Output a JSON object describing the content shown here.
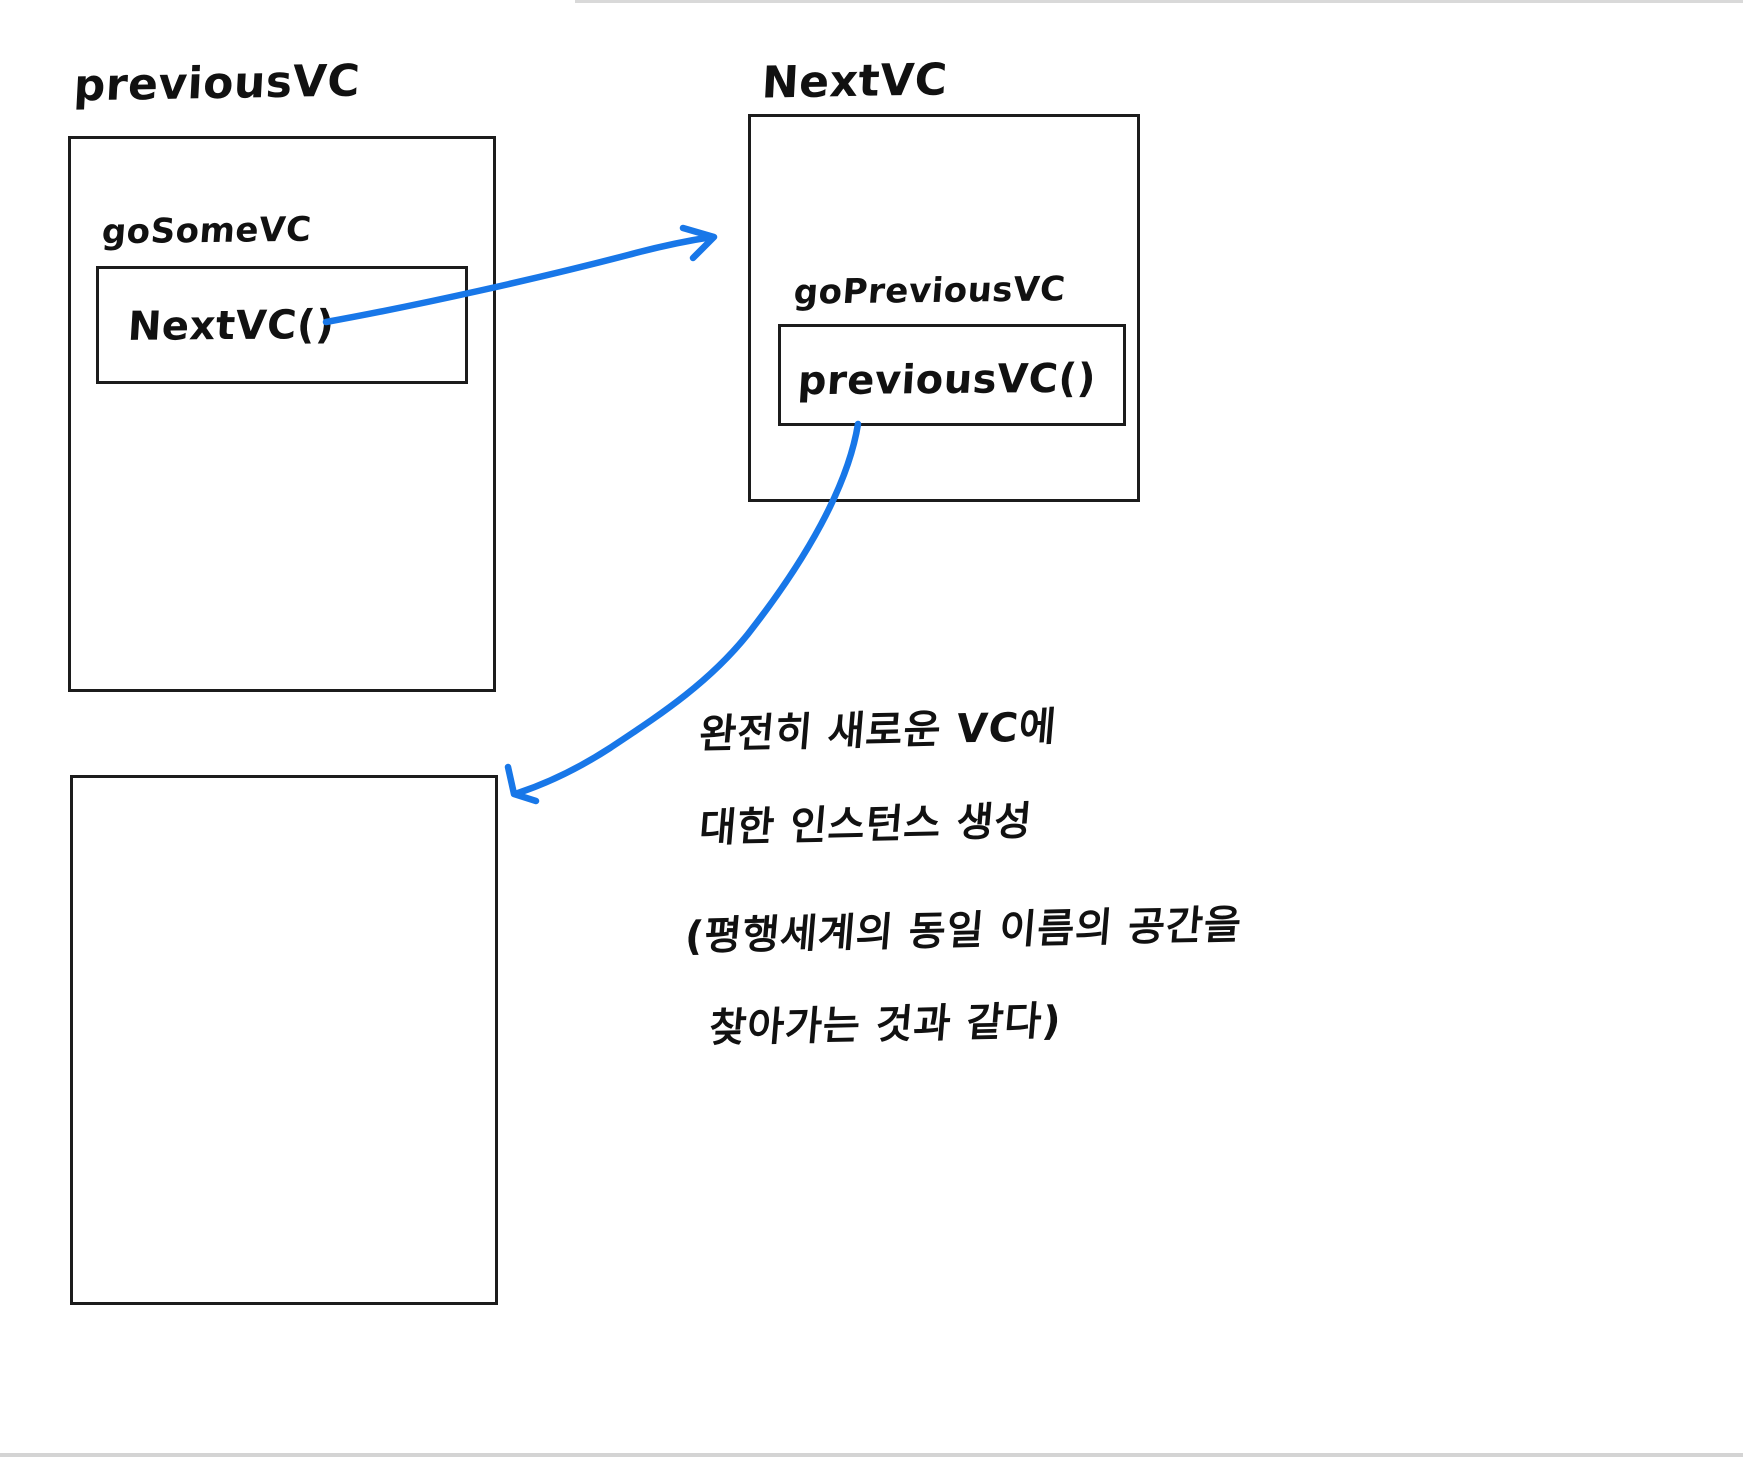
{
  "diagram": {
    "type": "hand-drawn whiteboard sketch",
    "ink_color_black": "#111111",
    "ink_color_blue": "#1877E8",
    "background": "#ffffff"
  },
  "previous_vc": {
    "title": "previousVC",
    "method_label": "goSomeVC",
    "call_text": "NextVC()"
  },
  "next_vc": {
    "title": "NextVC",
    "method_label": "goPreviousVC",
    "call_text": "previousVC()"
  },
  "new_instance_box": {
    "title": ""
  },
  "annotation": {
    "line1": "완전히 새로운 VC에",
    "line2": "대한 인스턴스 생성",
    "line3": "(평행세계의 동일 이름의 공간을",
    "line4": "찾아가는 것과 같다)"
  },
  "arrows": [
    {
      "name": "arrow-next-vc",
      "from": "NextVC() call inside previousVC",
      "to": "NextVC box",
      "color": "#1877E8"
    },
    {
      "name": "arrow-new-instance",
      "from": "previousVC() call inside NextVC",
      "to": "new empty VC instance box",
      "color": "#1877E8"
    }
  ]
}
